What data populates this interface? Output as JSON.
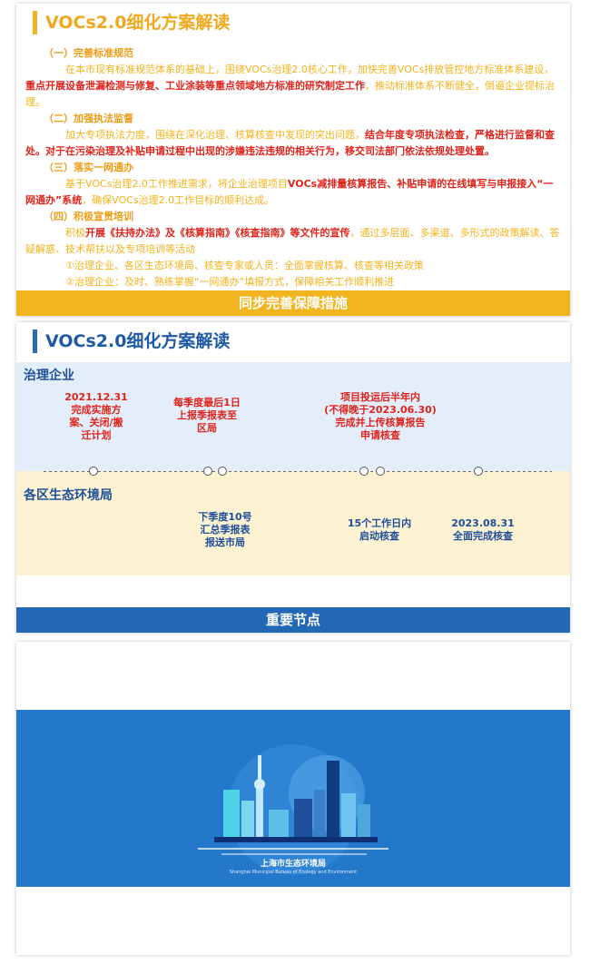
{
  "section1": {
    "title": "VOCs2.0细化方案解读",
    "h1": "（一）完善标准规范",
    "p1a": "在本市现有标准规范体系的基础上，围绕VOCs治理2.0核心工作，加快完善VOCs排放管控地方标准体系建设，",
    "p1b": "重点开展设备泄漏检测与修复、工业涂装等重点领域地方标准的研究制定工作",
    "p1c": "，推动标准体系不断健全，倒逼企业提标治理。",
    "h2": "（二）加强执法监督",
    "p2a": "加大专项执法力度，围绕在深化治理、核算核查中发现的突出问题，",
    "p2b": "结合年度专项执法检查，严格进行监督和查处。对于在污染治理及补贴申请过程中出现的涉嫌违法违规的相关行为，移交司法部门依法依规处理处置。",
    "h3": "（三）落实一网通办",
    "p3a": "基于VOCs治理2.0工作推进需求，将企业治理项目",
    "p3b": "VOCs减排量核算报告、补贴申请的在线填写与申报接入“一网通办”系统",
    "p3c": "，确保VOCs治理2.0工作目标的顺利达成。",
    "h4": "（四）积极宣贯培训",
    "p4a": "积极",
    "p4b": "开展《扶持办法》及《核算指南》《核查指南》等文件的宣传",
    "p4c": "，通过多层面、多渠道、多形式的政策解读、答疑解惑、技术帮扶以及专项培训等活动",
    "p4d": "①治理企业、各区生态环境局、核查专家或人员：全面掌握核算、核查等相关政策",
    "p4e": "②治理企业：及时、熟练掌握“一网通办”填报方式，保障相关工作顺利推进",
    "bar": "同步完善保障措施"
  },
  "section2": {
    "title": "VOCs2.0细化方案解读",
    "lane_top": "治理企业",
    "lane_bottom": "各区生态环境局",
    "n1": [
      "2021.12.31",
      "完成实施方",
      "案、关闭/搬",
      "迁计划"
    ],
    "n2": [
      "每季度最后1日",
      "上报季报表至",
      "区局"
    ],
    "n3": [
      "项目投运后半年内",
      "(不得晚于2023.06.30)",
      "完成并上传核算报告",
      "申请核查"
    ],
    "n4": [
      "下季度10号",
      "汇总季报表",
      "报送市局"
    ],
    "n5": [
      "15个工作日内",
      "启动核查"
    ],
    "n6": [
      "2023.08.31",
      "全面完成核查"
    ],
    "bar": "重要节点"
  },
  "section3": {
    "logo_name": "上海市生态环境局",
    "logo_en": "Shanghai Municipal Bureau of Ecology and Environment"
  },
  "colors": {
    "orange": "#f0b323",
    "red": "#e0231b",
    "blue": "#2268b6"
  }
}
